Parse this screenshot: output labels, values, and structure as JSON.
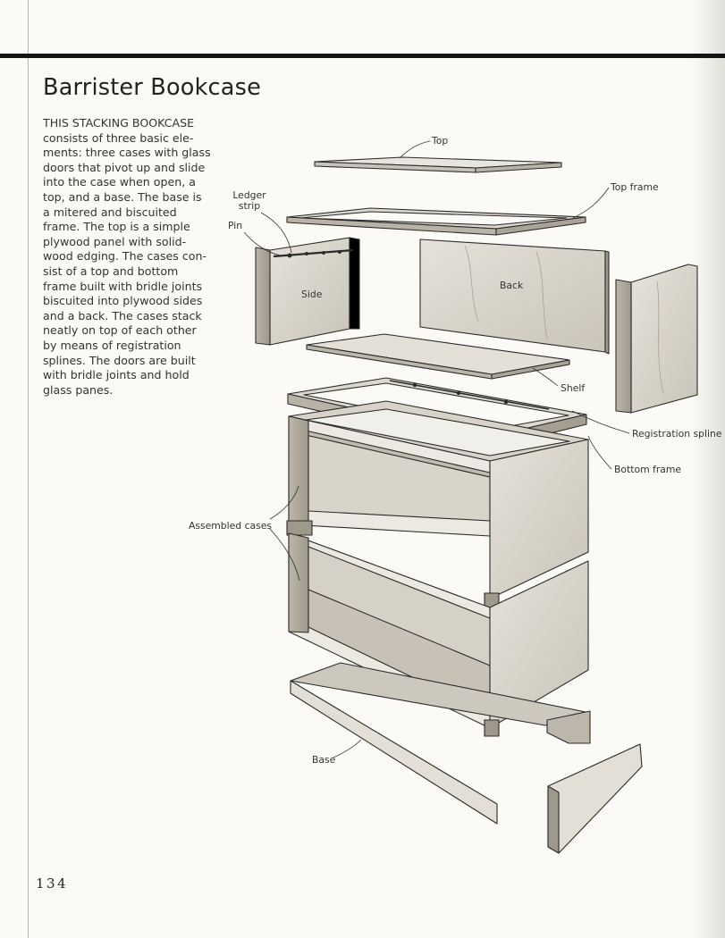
{
  "page": {
    "title": "Barrister Bookcase",
    "body_lines": [
      "THIS STACKING BOOKCASE",
      "consists of three basic ele-",
      "ments: three cases with glass",
      "doors that pivot up and slide",
      "into the case when open, a",
      "top, and a base. The base is",
      "a mitered and biscuited",
      "frame. The top is a simple",
      "plywood panel with solid-",
      "wood edging. The cases con-",
      "sist of a top and bottom",
      "frame built with bridle joints",
      "biscuited into plywood sides",
      "and a back. The cases stack",
      "neatly on top of each other",
      "by means of registration",
      "splines. The doors are built",
      "with bridle joints and hold",
      "glass panes."
    ],
    "page_number": "134"
  },
  "diagram": {
    "labels": {
      "top": "Top",
      "top_frame": "Top frame",
      "ledger_strip_line1": "Ledger",
      "ledger_strip_line2": "strip",
      "pin": "Pin",
      "side_left": "Side",
      "back": "Back",
      "shelf": "Shelf",
      "registration_spline": "Registration spline",
      "bottom_frame": "Bottom frame",
      "assembled_cases": "Assembled cases",
      "base": "Base"
    }
  }
}
